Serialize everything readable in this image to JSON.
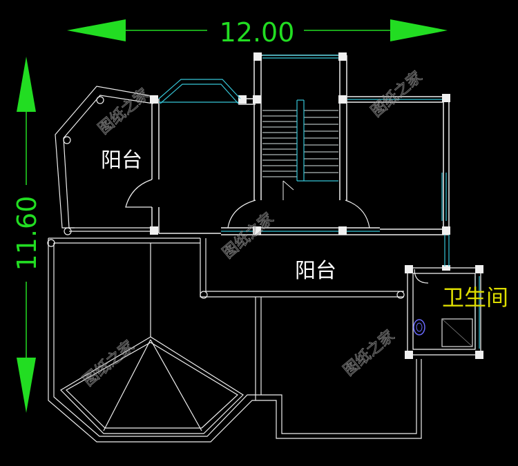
{
  "dimensions": {
    "width": "12.00",
    "height": "11.60"
  },
  "rooms": {
    "balcony_left": "阳台",
    "balcony_center": "阳台",
    "bathroom": "卫生间"
  },
  "watermark": "图纸之家",
  "colors": {
    "background": "#000000",
    "dimension": "#22dd22",
    "wall": "#f0f0f0",
    "window": "#36c6d8",
    "room_label": "#ffffff",
    "bathroom_label": "#dddd00"
  }
}
